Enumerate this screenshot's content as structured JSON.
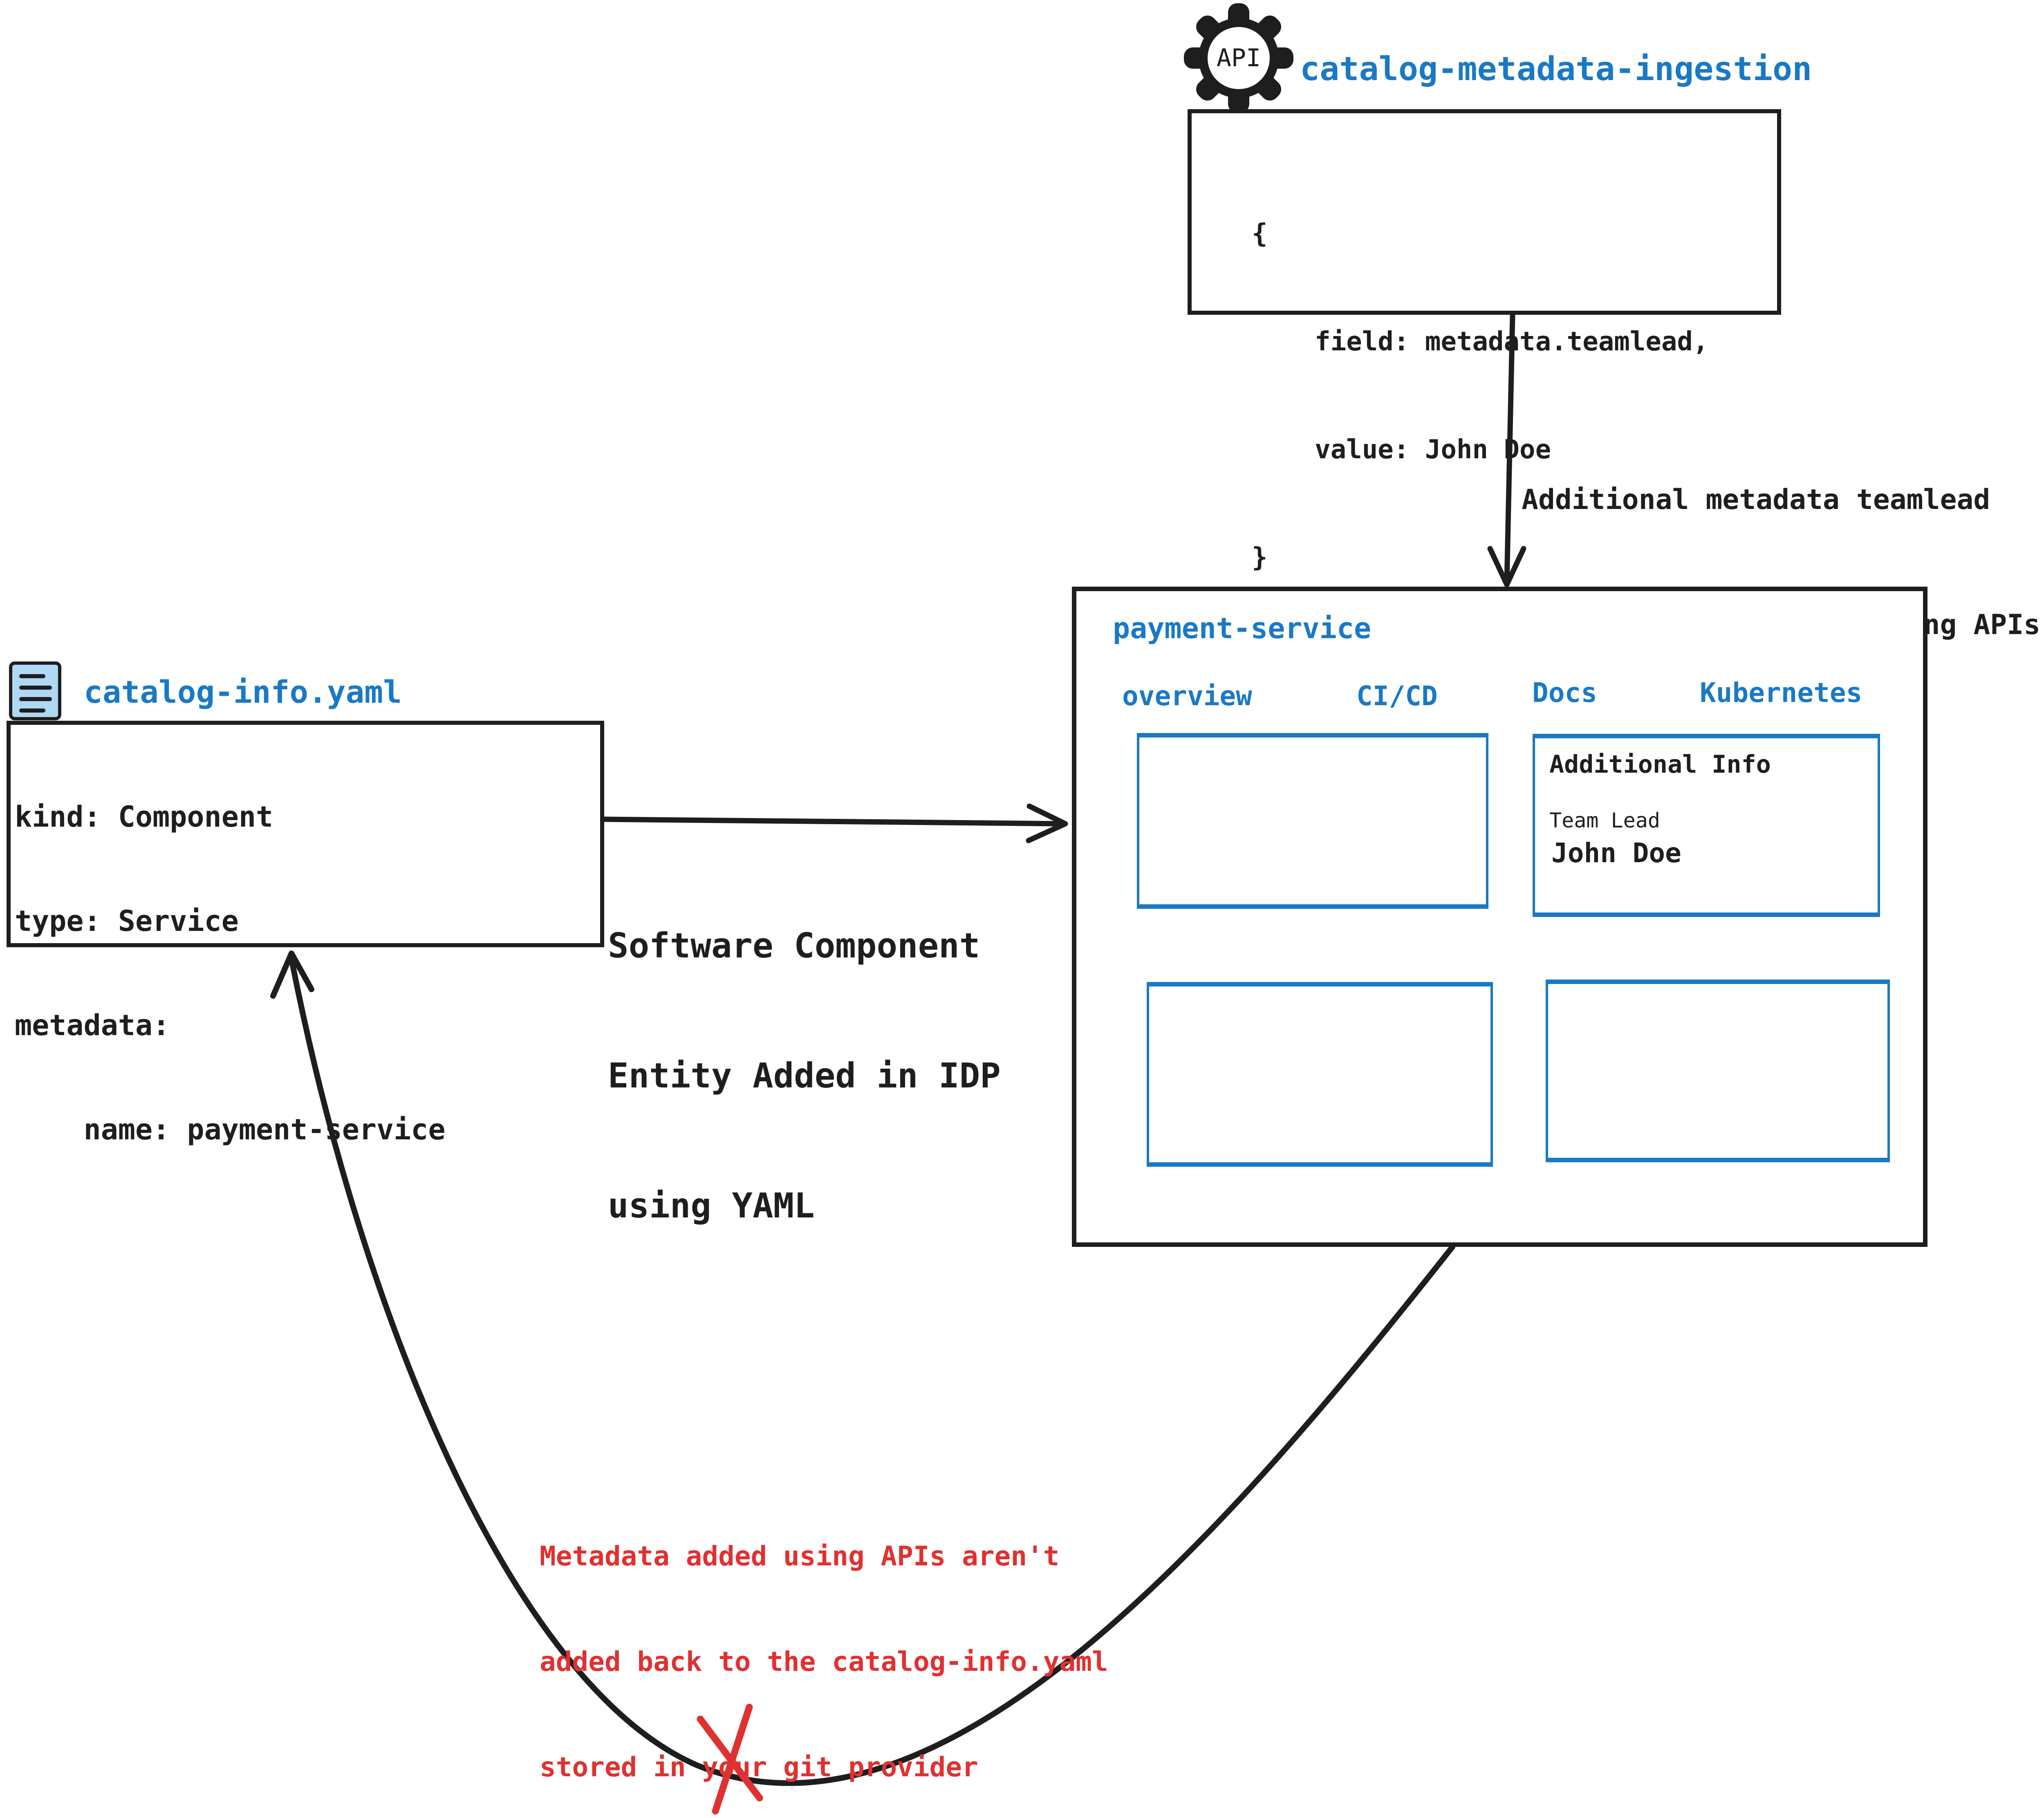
{
  "colors": {
    "ink": "#1e1e1e",
    "accent_blue": "#1a79c5",
    "alert_red": "#e03131",
    "file_icon_fill": "#aed8f4"
  },
  "api_ingestion": {
    "gear_icon_label": "API",
    "title": "catalog-metadata-ingestion",
    "code_lines": [
      "{",
      "    field: metadata.teamlead,",
      "    value: John Doe",
      "}"
    ]
  },
  "api_arrow_label": {
    "lines": [
      "Additional metadata teamlead",
      "added to the catalog using APIs"
    ]
  },
  "idp_portal": {
    "title": "payment-service",
    "tabs": [
      "overview",
      "CI/CD",
      "Docs",
      "Kubernetes"
    ],
    "additional_info_panel": {
      "title": "Additional Info",
      "field_label": "Team Lead",
      "field_value": "John Doe"
    }
  },
  "yaml_arrow_label": {
    "lines": [
      "Software Component",
      "Entity Added in IDP",
      "using YAML"
    ]
  },
  "catalog_file": {
    "title": "catalog-info.yaml",
    "yaml_lines": [
      "kind: Component",
      "type: Service",
      "metadata:",
      "    name: payment-service"
    ]
  },
  "feedback_note": {
    "lines": [
      "Metadata added using APIs aren't",
      "added back to the catalog-info.yaml",
      "stored in your git provider"
    ]
  }
}
